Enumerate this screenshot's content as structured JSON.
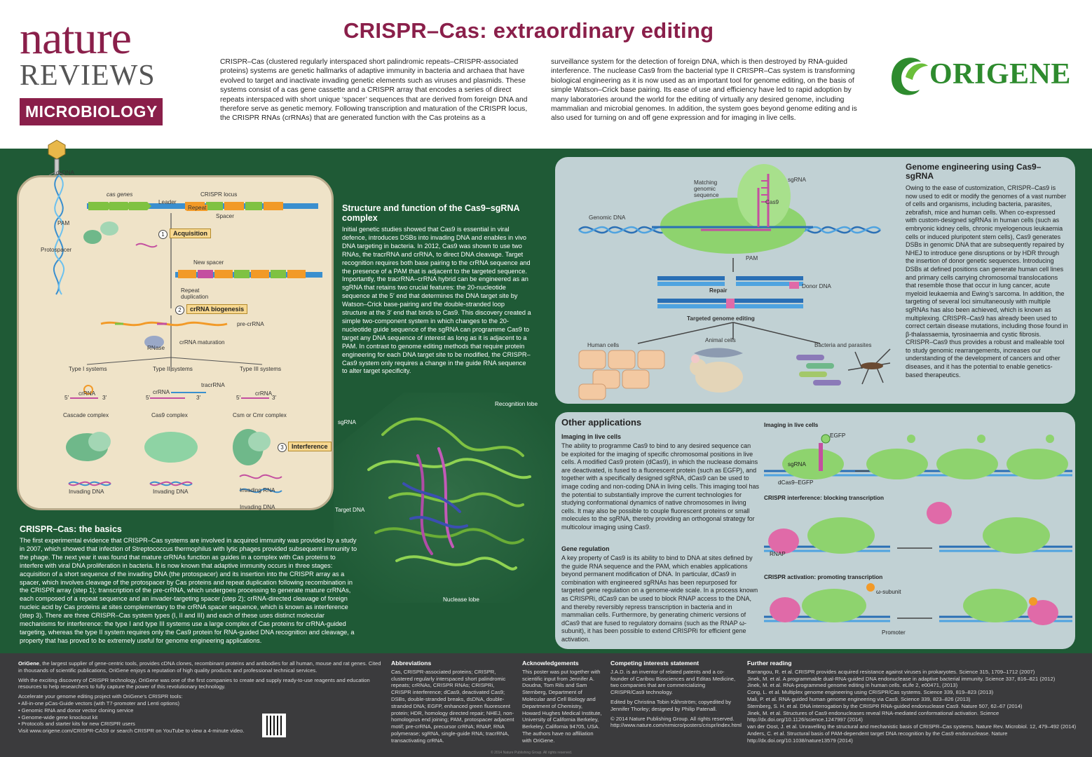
{
  "header": {
    "nature": "nature",
    "reviews": "REVIEWS",
    "microbiology": "MICROBIOLOGY",
    "title": "CRISPR–Cas: extraordinary editing",
    "intro_left": "CRISPR–Cas (clustered regularly interspaced short palindromic repeats–CRISPR-associated proteins) systems are genetic hallmarks of adaptive immunity in bacteria and archaea that have evolved to target and inactivate invading genetic elements such as viruses and plasmids. These systems consist of a cas gene cassette and a CRISPR array that encodes a series of direct repeats interspaced with short unique ‘spacer’ sequences that are derived from foreign DNA and therefore serve as genetic memory. Following transcription and maturation of the CRISPR locus, the CRISPR RNAs (crRNAs) that are generated function with the Cas proteins as a",
    "intro_right": "surveillance system for the detection of foreign DNA, which is then destroyed by RNA-guided interference. The nuclease Cas9 from the bacterial type II CRISPR–Cas system is transforming biological engineering as it is now used as an important tool for genome editing, on the basis of simple Watson–Crick base pairing. Its ease of use and efficiency have led to rapid adoption by many laboratories around the world for the editing of virtually any desired genome, including mammalian and microbial genomes. In addition, the system goes beyond genome editing and is also used for turning on and off gene expression and for imaging in live cells.",
    "origene": "ORIGENE"
  },
  "basics_diagram": {
    "dsDNA": "dsDNA",
    "cas_genes": "cas genes",
    "crispr_locus": "CRISPR locus",
    "leader": "Leader",
    "repeat": "Repeat",
    "spacer": "Spacer",
    "pam": "PAM",
    "protospacer": "Protospacer",
    "step1": "Acquisition",
    "new_spacer": "New spacer",
    "repeat_duplication": "Repeat\nduplication",
    "step2": "crRNA biogenesis",
    "pre_crrna": "pre-crRNA",
    "rnase": "RNase",
    "crrna_maturation": "crRNA maturation",
    "type1": "Type I systems",
    "type2": "Type II systems",
    "type3": "Type III systems",
    "crrna": "crRNA",
    "tracrrna": "tracrRNA",
    "five": "5′",
    "three": "3′",
    "cascade": "Cascade complex",
    "cas9_complex": "Cas9 complex",
    "csm": "Csm or Cmr complex",
    "step3": "Interference",
    "invading_dna": "Invading DNA",
    "invading_rna": "Invading RNA",
    "n1": "1",
    "n2": "2",
    "n3": "3"
  },
  "structure": {
    "heading": "Structure and function of the Cas9–sgRNA complex",
    "text": "Initial genetic studies showed that Cas9 is essential in viral defence, introduces DSBs into invading DNA and enables in vivo DNA targeting in bacteria. In 2012, Cas9 was shown to use two RNAs, the tracrRNA and crRNA, to direct DNA cleavage. Target recognition requires both base pairing to the crRNA sequence and the presence of a PAM that is adjacent to the targeted sequence. Importantly, the tracrRNA–crRNA hybrid can be engineered as an sgRNA that retains two crucial features: the 20-nucleotide sequence at the 5′ end that determines the DNA target site by Watson–Crick base-pairing and the double-stranded loop structure at the 3′ end that binds to Cas9. This discovery created a simple two-component system in which changes to the 20-nucleotide guide sequence of the sgRNA can programme Cas9 to target any DNA sequence of interest as long as it is adjacent to a PAM. In contrast to genome editing methods that require protein engineering for each DNA target site to be modified, the CRISPR–Cas9 system only requires a change in the guide RNA sequence to alter target specificity.",
    "recognition_lobe": "Recognition lobe",
    "sgrna": "sgRNA",
    "target_dna": "Target DNA",
    "nuclease_lobe": "Nuclease lobe"
  },
  "basics": {
    "heading": "CRISPR–Cas: the basics",
    "text": "The first experimental evidence that CRISPR–Cas systems are involved in acquired immunity was provided by a study in 2007, which showed that infection of Streptococcus thermophilus with lytic phages provided subsequent immunity to the phage. The next year it was found that mature crRNAs function as guides in a complex with Cas proteins to interfere with viral DNA proliferation in bacteria. It is now known that adaptive immunity occurs in three stages: acquisition of a short sequence of the invading DNA (the protospacer) and its insertion into the CRISPR array as a spacer, which involves cleavage of the protospacer by Cas proteins and repeat duplication following recombination in the CRISPR array (step 1); transcription of the pre-crRNA, which undergoes processing to generate mature crRNAs, each composed of a repeat sequence and an invader-targeting spacer (step 2); crRNA-directed cleavage of foreign nucleic acid by Cas proteins at sites complementary to the crRNA spacer sequence, which is known as interference (step 3). There are three CRISPR–Cas system types (I, II and III) and each of these uses distinct molecular mechanisms for interference: the type I and type III systems use a large complex of Cas proteins for crRNA-guided targeting, whereas the type II system requires only the Cas9 protein for RNA-guided DNA recognition and cleavage, a property that has proved to be extremely useful for genome engineering applications."
  },
  "genome_engineering": {
    "heading": "Genome engineering using Cas9–sgRNA",
    "text": "Owing to the ease of customization, CRISPR–Cas9 is now used to edit or modify the genomes of a vast number of cells and organisms, including bacteria, parasites, zebrafish, mice and human cells. When co-expressed with custom-designed sgRNAs in human cells (such as embryonic kidney cells, chronic myelogenous leukaemia cells or induced pluripotent stem cells), Cas9 generates DSBs in genomic DNA that are subsequently repaired by NHEJ to introduce gene disruptions or by HDR through the insertion of donor genetic sequences. Introducing DSBs at defined positions can generate human cell lines and primary cells carrying chromosomal translocations that resemble those that occur in lung cancer, acute myeloid leukaemia and Ewing’s sarcoma. In addition, the targeting of several loci simultaneously with multiple sgRNAs has also been achieved, which is known as multiplexing. CRISPR–Cas9 has already been used to correct certain disease mutations, including those found in β-thalassaemia, tyrosinaemia and cystic fibrosis. CRISPR–Cas9 thus provides a robust and malleable tool to study genomic rearrangements, increases our understanding of the development of cancers and other diseases, and it has the potential to enable genetics-based therapeutics.",
    "matching": "Matching\ngenomic\nsequence",
    "sgrna": "sgRNA",
    "cas9": "Cas9",
    "genomic_dna": "Genomic DNA",
    "pam": "PAM",
    "repair": "Repair",
    "donor_dna": "Donor DNA",
    "targeted": "Targeted genome editing",
    "human_cells": "Human cells",
    "animal_cells": "Animal cells",
    "bacteria": "Bacteria and parasites"
  },
  "other_apps": {
    "heading": "Other applications",
    "imaging_h": "Imaging in live cells",
    "imaging_t": "The ability to programme Cas9 to bind to any desired sequence can be exploited for the imaging of specific chromosomal positions in live cells. A modified Cas9 protein (dCas9), in which the nuclease domains are deactivated, is fused to a fluorescent protein (such as EGFP), and together with a specifically designed sgRNA, dCas9 can be used to image coding and non-coding DNA in living cells. This imaging tool has the potential to substantially improve the current technologies for studying conformational dynamics of native chromosomes in living cells. It may also be possible to couple fluorescent proteins or small molecules to the sgRNA, thereby providing an orthogonal strategy for multicolour imaging using Cas9.",
    "gene_h": "Gene regulation",
    "gene_t": "A key property of Cas9 is its ability to bind to DNA at sites defined by the guide RNA sequence and the PAM, which enables applications beyond permanent modification of DNA. In particular, dCas9 in combination with engineered sgRNAs has been repurposed for targeted gene regulation on a genome-wide scale. In a process known as CRISPRi, dCas9 can be used to block RNAP access to the DNA, and thereby reversibly repress transcription in bacteria and in mammalian cells. Furthermore, by generating chimeric versions of dCas9 that are fused to regulatory domains (such as the RNAP ω-subunit), it has been possible to extend CRISPRi for efficient gene activation.",
    "img_label": "Imaging in live cells",
    "egfp": "EGFP",
    "sgrna": "sgRNA",
    "dcas9egfp": "dCas9–EGFP",
    "interf_label": "CRISPR interference: blocking transcription",
    "rnap": "RNAP",
    "activ_label": "CRISPR activation: promoting transcription",
    "omega": "ω-subunit",
    "promoter": "Promoter"
  },
  "footer": {
    "origene_b": "OriGene",
    "origene_t": ", the largest supplier of gene-centric tools, provides cDNA clones, recombinant proteins and antibodies for all human, mouse and rat genes. Cited in thousands of scientific publications, OriGene enjoys a reputation of high quality products and professional technical services.",
    "origene_t2": "With the exciting discovery of CRISPR technology, OriGene was one of the first companies to create and supply ready-to-use reagents and education resources to help researchers to fully capture the power of this revolutionary technology.",
    "origene_t3": "Accelerate your genome editing project with OriGene’s CRISPR tools:",
    "tools": [
      "All-in-one pCas-Guide vectors (with T7-promoter and Lenti options)",
      "Genomic RNA and donor vector cloning service",
      "Genome-wide gene knockout kit",
      "Protocols and starter kits for new CRISPR users"
    ],
    "visit": "Visit www.origene.com/CRISPR-CAS9 or search CRISPR on YouTube to view a 4-minute video.",
    "abbr_h": "Abbreviations",
    "abbr_t": "Cas, CRISPR-associated proteins; CRISPR, clustered regularly interspaced short palindromic repeats; crRNAs, CRISPR RNAs; CRISPRi, CRISPR interference; dCas9, deactivated Cas9; DSBs, double-stranded breaks, dsDNA, double-stranded DNA; EGFP, enhanced green fluorescent protein; HDR, homology directed repair; NHEJ, non-homologous end joining; PAM, protospacer adjacent motif; pre-crRNA, precursor crRNA; RNAP, RNA polymerase; sgRNA, single-guide RNA; tracrRNA, transactivating crRNA.",
    "ack_h": "Acknowledgements",
    "ack_t": "This poster was put together with scientific input from Jennifer A. Doudna, Tom Rils and Sam Sternberg, Department of Molecular and Cell Biology and Department of Chemistry, Howard Hughes Medical Institute, University of California Berkeley, Berkeley, California 94705, USA. The authors have no affiliation with OriGene.",
    "comp_h": "Competing interests statement",
    "comp_t": "J.A.D. is an inventor of related patents and a co-founder of Caribou Biosciences and Editas Medicine, two companies that are commercializing CRISPR/Cas9 technology.",
    "edited": "Edited by Christina Tobin Kåhrström; copyedited by Jennifer Thorley; designed by Philip Patenall.",
    "copyright_npg": "© 2014 Nature Publishing Group. All rights reserved. http://www.nature.com/nrmicro/posters/crispr/index.html",
    "fr_h": "Further reading",
    "refs": [
      "Barrangou, R. et al. CRISPR provides acquired resistance against viruses in prokaryotes. Science 315, 1709–1712 (2007)",
      "Jinek, M. et al. A programmable dual-RNA-guided DNA endonuclease in adaptive bacterial immunity. Science 337, 816–821 (2012)",
      "Jinek, M. et al. RNA-programmed genome editing in human cells. eLife 2, e00471, (2013)",
      "Cong, L. et al. Multiplex genome engineering using CRISPR/Cas systems. Science 339, 819–823 (2013)",
      "Mali, P. et al. RNA-guided human genome engineering via Cas9. Science 339, 823–826 (2013)",
      "Sternberg, S. H. et al. DNA interrogation by the CRISPR RNA-guided endonuclease Cas9. Nature 507, 62–67 (2014)",
      "Jinek, M. et al. Structures of Cas9 endonucleases reveal RNA-mediated conformational activation. Science http://dx.doi.org/10.1126/science.1247997 (2014)",
      "van der Oost, J. et al. Unravelling the structural and mechanistic basis of CRISPR–Cas systems. Nature Rev. Microbiol. 12, 479–492 (2014)",
      "Anders, C. et al. Structural basis of PAM-dependent target DNA recognition by the Cas9 endonuclease. Nature http://dx.doi.org/10.1038/nature13579 (2014)"
    ],
    "copyright": "© 2014 Nature Publishing Group. All rights reserved."
  },
  "colors": {
    "brand": "#8a1f4a",
    "band": "#1f5a36",
    "panel": "#c1d1d4",
    "origene": "#2e8b2e"
  }
}
